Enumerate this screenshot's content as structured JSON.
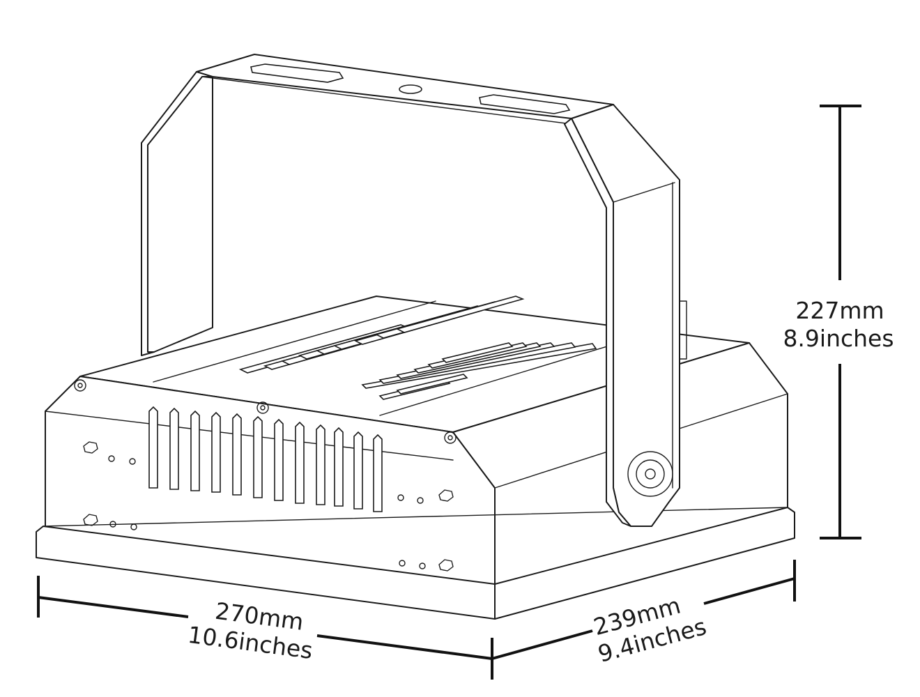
{
  "dimensions": {
    "height": {
      "mm": "227mm",
      "inches": "8.9inches"
    },
    "width": {
      "mm": "270mm",
      "inches": "10.6inches"
    },
    "depth": {
      "mm": "239mm",
      "inches": "9.4inches"
    }
  }
}
